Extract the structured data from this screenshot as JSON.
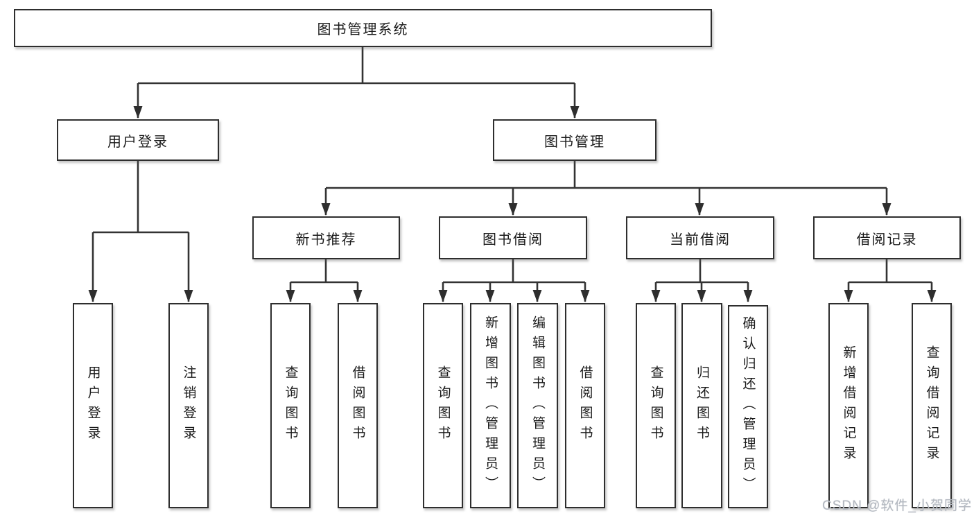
{
  "diagram": {
    "root": {
      "label": "图书管理系统"
    },
    "level2": [
      {
        "label": "用户登录"
      },
      {
        "label": "图书管理"
      }
    ],
    "level3": [
      {
        "label": "新书推荐"
      },
      {
        "label": "图书借阅"
      },
      {
        "label": "当前借阅"
      },
      {
        "label": "借阅记录"
      }
    ],
    "leaves": {
      "user_login": [
        {
          "label": "用户登录"
        },
        {
          "label": "注销登录"
        }
      ],
      "new_book_recommend": [
        {
          "label": "查询图书"
        },
        {
          "label": "借阅图书"
        }
      ],
      "book_borrow": [
        {
          "label": "查询图书"
        },
        {
          "label": "新增图书（管理员）"
        },
        {
          "label": "编辑图书（管理员）"
        },
        {
          "label": "借阅图书"
        }
      ],
      "current_borrow": [
        {
          "label": "查询图书"
        },
        {
          "label": "归还图书"
        },
        {
          "label": "确认归还（管理员）"
        }
      ],
      "borrow_record": [
        {
          "label": "新增借阅记录"
        },
        {
          "label": "查询借阅记录"
        }
      ]
    },
    "colors": {
      "line": "#333333",
      "box_border": "#2e2e2e",
      "text": "#1a1a1a",
      "background": "#ffffff",
      "watermark": "#b3b8c0"
    }
  },
  "watermark": {
    "text": "CSDN @软件_小贺同学"
  }
}
